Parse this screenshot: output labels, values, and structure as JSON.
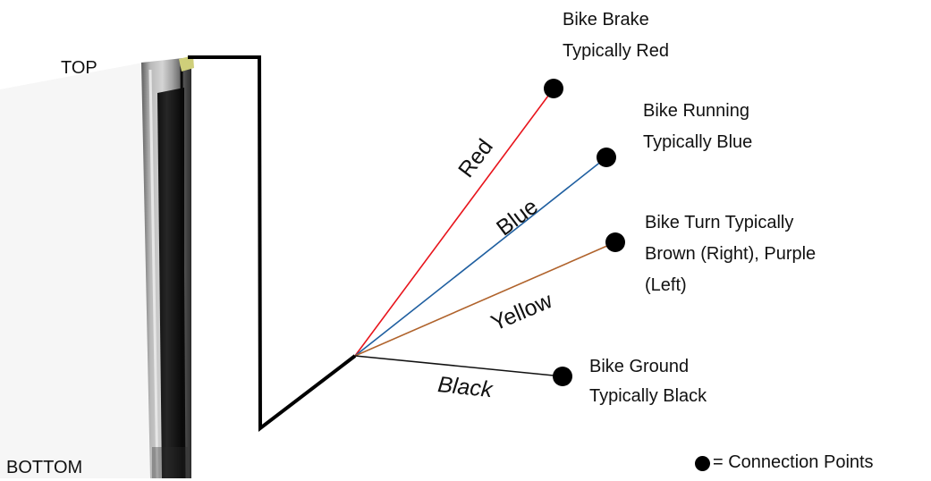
{
  "labels": {
    "top": "TOP",
    "bottom": "BOTTOM"
  },
  "wires": [
    {
      "name": "red",
      "label": "Red",
      "color": "#e8141c"
    },
    {
      "name": "blue",
      "label": "Blue",
      "color": "#1f5fa0"
    },
    {
      "name": "yellow",
      "label": "Yellow",
      "color": "#b0632c"
    },
    {
      "name": "black",
      "label": "Black",
      "color": "#111111"
    }
  ],
  "connections": [
    {
      "line1": "Bike Brake",
      "line2": "Typically Red"
    },
    {
      "line1": "Bike Running",
      "line2": "Typically Blue"
    },
    {
      "line1": "Bike Turn Typically",
      "line2": "Brown (Right), Purple",
      "line3": "(Left)"
    },
    {
      "line1": "Bike Ground",
      "line2": "Typically Black"
    }
  ],
  "legend": {
    "text": "= Connection Points"
  }
}
